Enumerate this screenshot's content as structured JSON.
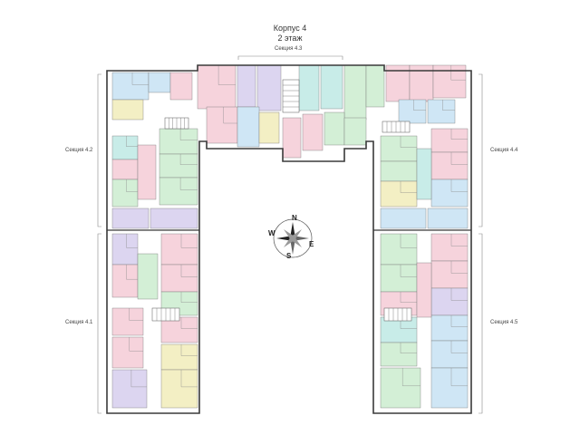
{
  "header": {
    "title": "Корпус 4",
    "subtitle": "2 этаж"
  },
  "sections": {
    "top": "Секция 4.3",
    "upper_left": "Секция 4.2",
    "lower_left": "Секция 4.1",
    "upper_right": "Секция 4.4",
    "lower_right": "Секция 4.5"
  },
  "compass": {
    "n": "N",
    "e": "E",
    "s": "S",
    "w": "W"
  },
  "colors": {
    "blue": "#cfe6f5",
    "pink": "#f6d3dc",
    "green": "#d3efd6",
    "lilac": "#dcd5f0",
    "yellow": "#f3efc4",
    "teal": "#c8ece8",
    "wall": "#3a3a3a",
    "corridor": "#ffffff"
  }
}
